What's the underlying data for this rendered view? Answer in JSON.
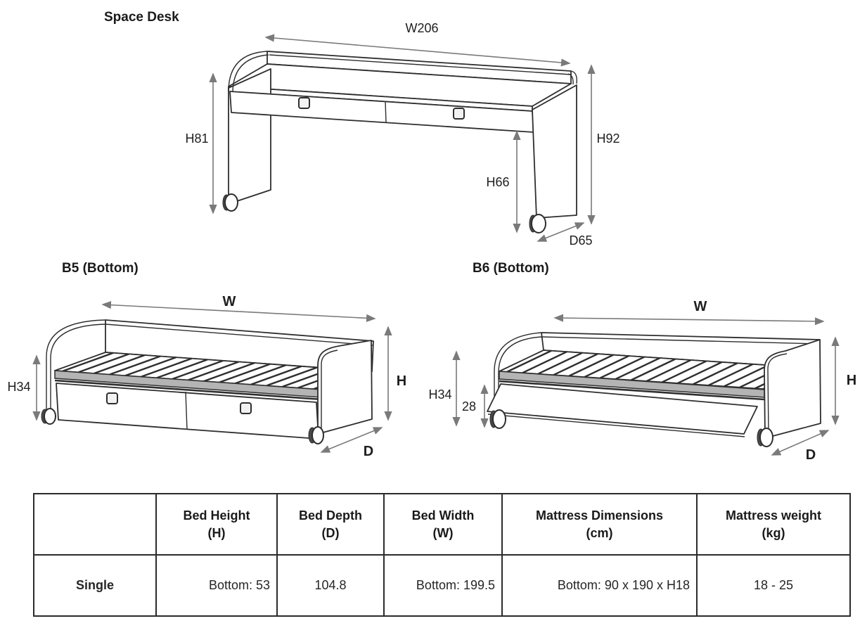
{
  "colors": {
    "background": "#ffffff",
    "line": "#2e2e2e",
    "dimension_arrow": "#7a7a7a",
    "rail_fill": "#b4b4b4",
    "table_border": "#2b2b2b"
  },
  "diagrams": {
    "desk": {
      "title": "Space Desk",
      "labels": {
        "width": "W206",
        "height_left": "H81",
        "height_right": "H92",
        "clearance": "H66",
        "depth": "D65"
      }
    },
    "b5": {
      "title": "B5 (Bottom)",
      "labels": {
        "width": "W",
        "height_left": "H34",
        "height_right": "H",
        "depth": "D"
      }
    },
    "b6": {
      "title": "B6 (Bottom)",
      "labels": {
        "width": "W",
        "height_left": "H34",
        "flap_height": "28",
        "height_right": "H",
        "depth": "D"
      }
    }
  },
  "table": {
    "headers": [
      {
        "line1": "",
        "line2": ""
      },
      {
        "line1": "Bed Height",
        "line2": "(H)"
      },
      {
        "line1": "Bed Depth",
        "line2": "(D)"
      },
      {
        "line1": "Bed Width",
        "line2": "(W)"
      },
      {
        "line1": "Mattress Dimensions",
        "line2": "(cm)"
      },
      {
        "line1": "Mattress weight",
        "line2": "(kg)"
      }
    ],
    "rows": [
      {
        "label": "Single",
        "bed_height": "Bottom: 53",
        "bed_depth": "104.8",
        "bed_width": "Bottom: 199.5",
        "mattress_dimensions": "Bottom: 90 x 190 x H18",
        "mattress_weight": "18 - 25"
      }
    ]
  }
}
